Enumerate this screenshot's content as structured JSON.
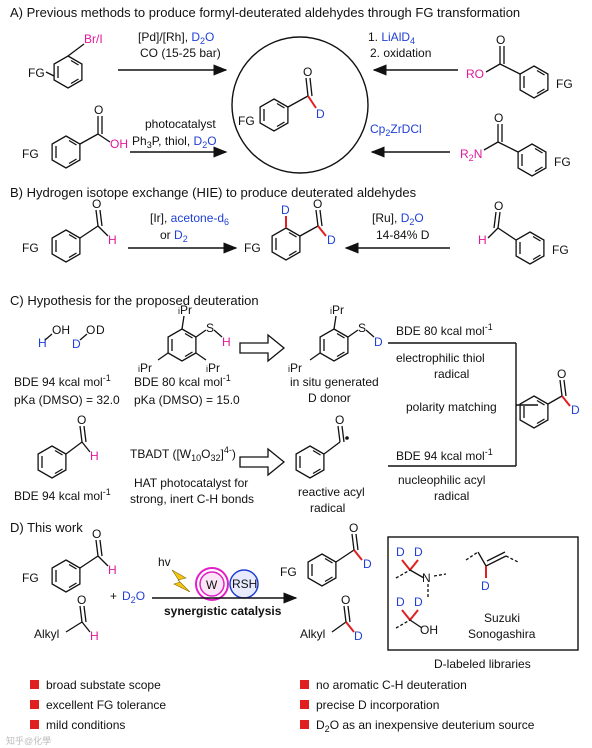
{
  "sections": {
    "a": "A) Previous methods to produce formyl-deuterated aldehydes through FG transformation",
    "b": "B)  Hydrogen isotope exchange (HIE) to produce deuterated aldehydes",
    "c": "C)  Hypothesis for the proposed  deuteration",
    "d": "D)  This work"
  },
  "atoms": {
    "fg": "FG",
    "br_i": "Br/I",
    "d": "D",
    "h": "H",
    "o": "O",
    "oh": "OH",
    "ro": "RO",
    "r2n": "R",
    "r2n_sub": "2",
    "r2n_n": "N",
    "s": "S",
    "ipr_i": "i",
    "ipr_pr": "Pr",
    "alkyl": "Alkyl"
  },
  "section_a": {
    "cond1_line1": "[Pd]/[Rh], ",
    "cond1_d2o": "D",
    "cond1_d2o_sub": "2",
    "cond1_d2o_o": "O",
    "cond1_line2": "CO (15-25 bar)",
    "cond2_line1": "1. ",
    "cond2_lialD4": "LiAlD",
    "cond2_lialD4_sub": "4",
    "cond2_line2": "2. oxidation",
    "cond3_line1": "photocatalyst",
    "cond3_line2_a": "Ph",
    "cond3_line2_sub": "3",
    "cond3_line2_b": "P, thiol, ",
    "cond3_d2o": "D",
    "cond3_d2o_sub": "2",
    "cond3_d2o_o": "O",
    "cond4": "Cp",
    "cond4_sub": "2",
    "cond4_b": "ZrDCl"
  },
  "section_b": {
    "cond1_a": "[Ir], ",
    "cond1_b": "acetone-d",
    "cond1_sub": "6",
    "cond1_c": "or ",
    "cond1_d": "D",
    "cond1_d_sub": "2",
    "cond2_a": "[Ru], ",
    "cond2_b": "D",
    "cond2_sub": "2",
    "cond2_o": "O",
    "cond2_line2": "14-84% D"
  },
  "section_c": {
    "bde94_a": "BDE 94 kcal mol",
    "bde94_sup": "-1",
    "pka_water": "pKa (DMSO) = 32.0",
    "bde80_a": "BDE 80 kcal mol",
    "bde80_sup": "-1",
    "pka_thiol": "pKa (DMSO) = 15.0",
    "in_situ_1": "in situ generated",
    "in_situ_2": "D donor",
    "box_bde80_a": "BDE 80 kcal mol",
    "box_bde80_sup": "-1",
    "electrophilic_1": "electrophilic thiol",
    "electrophilic_2": "radical",
    "polarity": "polarity matching",
    "box_bde94_a": "BDE 94 kcal mol",
    "box_bde94_sup": "-1",
    "nucleophilic_1": "nucleophilic acyl",
    "nucleophilic_2": "radical",
    "benz_bde_a": "BDE 94 kcal mol",
    "benz_bde_sup": "-1",
    "tbadt_a": "TBADT ([W",
    "tbadt_sub1": "10",
    "tbadt_b": "O",
    "tbadt_sub2": "32",
    "tbadt_c": "]",
    "tbadt_sup": "4-",
    "tbadt_d": ")",
    "hat_1": "HAT photocatalyst for",
    "hat_2": "strong, inert C-H bonds",
    "acyl_1": "reactive acyl",
    "acyl_2": "radical"
  },
  "section_d": {
    "plus": "+",
    "d2o": "D",
    "d2o_sub": "2",
    "d2o_o": "O",
    "hv": "hv",
    "w": "W",
    "rsh": "RSH",
    "synergistic": "synergistic catalysis",
    "suzuki": "Suzuki",
    "sonogashira": "Sonogashira",
    "libraries": "D-labeled libraries"
  },
  "features_left": [
    "broad substate scope",
    "excellent FG tolerance",
    "mild conditions"
  ],
  "features_right": [
    "no aromatic C-H deuteration",
    "precise D incorporation",
    "D",
    "2",
    "O as an inexpensive deuterium source"
  ],
  "watermark": "知乎@化學"
}
